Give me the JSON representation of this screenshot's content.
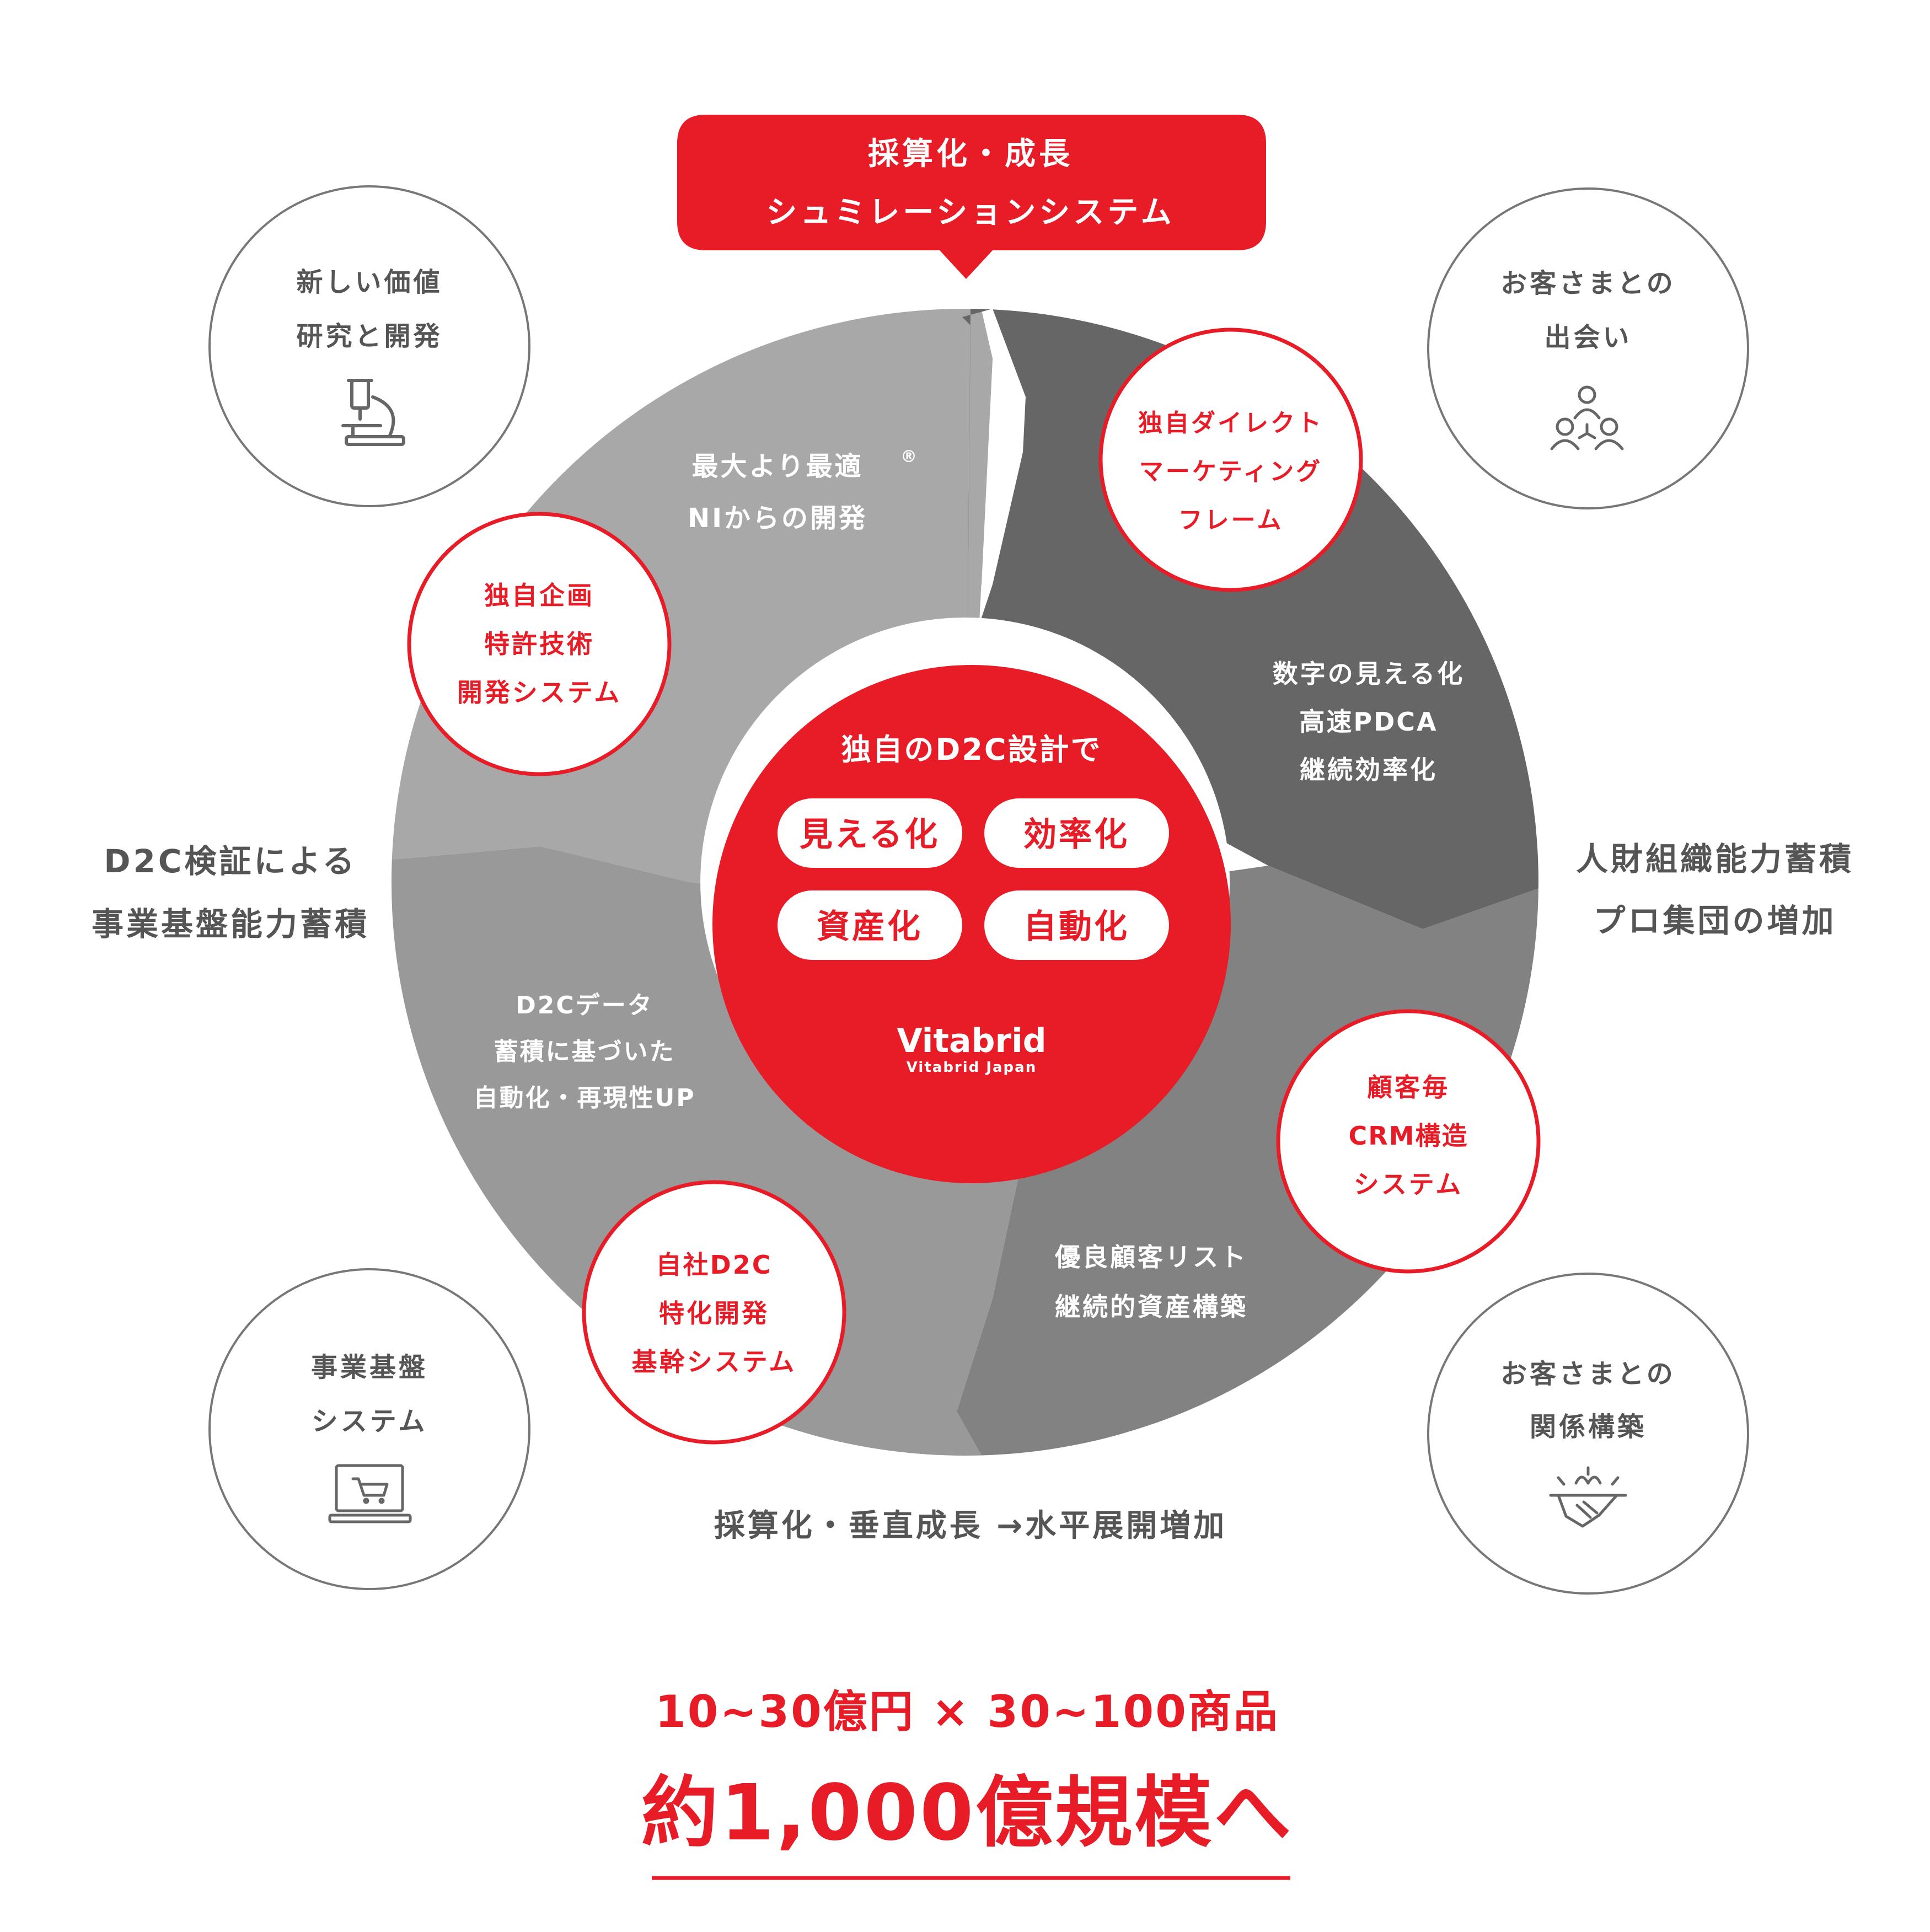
{
  "top_banner": {
    "line1": "採算化・成長",
    "line2": "シュミレーションシステム"
  },
  "corners": {
    "top_left": {
      "line1": "新しい価値",
      "line2": "研究と開発",
      "icon": "microscope-icon"
    },
    "top_right": {
      "line1": "お客さまとの",
      "line2": "出会い",
      "icon": "people-group-icon"
    },
    "bottom_left": {
      "line1": "事業基盤",
      "line2": "システム",
      "icon": "laptop-cart-icon"
    },
    "bottom_right": {
      "line1": "お客さまとの",
      "line2": "関係構築",
      "icon": "handshake-icon"
    }
  },
  "segments": {
    "top_left": {
      "line1": "最大より最適",
      "mark": "®",
      "line2": "NIからの開発"
    },
    "right": {
      "line1": "数字の見える化",
      "line2": "高速PDCA",
      "line3": "継続効率化"
    },
    "bottom_right": {
      "line1": "優良顧客リスト",
      "line2": "継続的資産構築"
    },
    "left": {
      "line1": "D2Cデータ",
      "line2": "蓄積に基づいた",
      "line3": "自動化・再現性UP"
    }
  },
  "badges": {
    "planning": {
      "line1": "独自企画",
      "line2": "特許技術",
      "line3": "開発システム"
    },
    "marketing": {
      "line1": "独自ダイレクト",
      "line2": "マーケティング",
      "line3": "フレーム"
    },
    "crm": {
      "line1": "顧客毎",
      "line2": "CRM構造",
      "line3": "システム"
    },
    "core": {
      "line1": "自社D2C",
      "line2": "特化開発",
      "line3": "基幹システム"
    }
  },
  "center": {
    "heading": "独自のD2C設計で",
    "pills": [
      "見える化",
      "効率化",
      "資産化",
      "自動化"
    ],
    "brand": "Vitabrid",
    "brand_sub": "Vitabrid Japan"
  },
  "side_labels": {
    "left": {
      "line1": "D2C検証による",
      "line2": "事業基盤能力蓄積"
    },
    "right": {
      "line1": "人財組織能力蓄積",
      "line2": "プロ集団の増加"
    },
    "bottom": "採算化・垂直成長 →水平展開増加"
  },
  "footer": {
    "line1": "10~30億円 × 30~100商品",
    "line2": "約1,000億規模へ"
  },
  "colors": {
    "red": "#E81C27",
    "seg_top_left": "#A8A8A8",
    "seg_right": "#666666",
    "seg_bottom_right": "#828282",
    "seg_left": "#999999",
    "text_gray": "#555555",
    "circle_border": "#777777",
    "white": "#FFFFFF"
  }
}
